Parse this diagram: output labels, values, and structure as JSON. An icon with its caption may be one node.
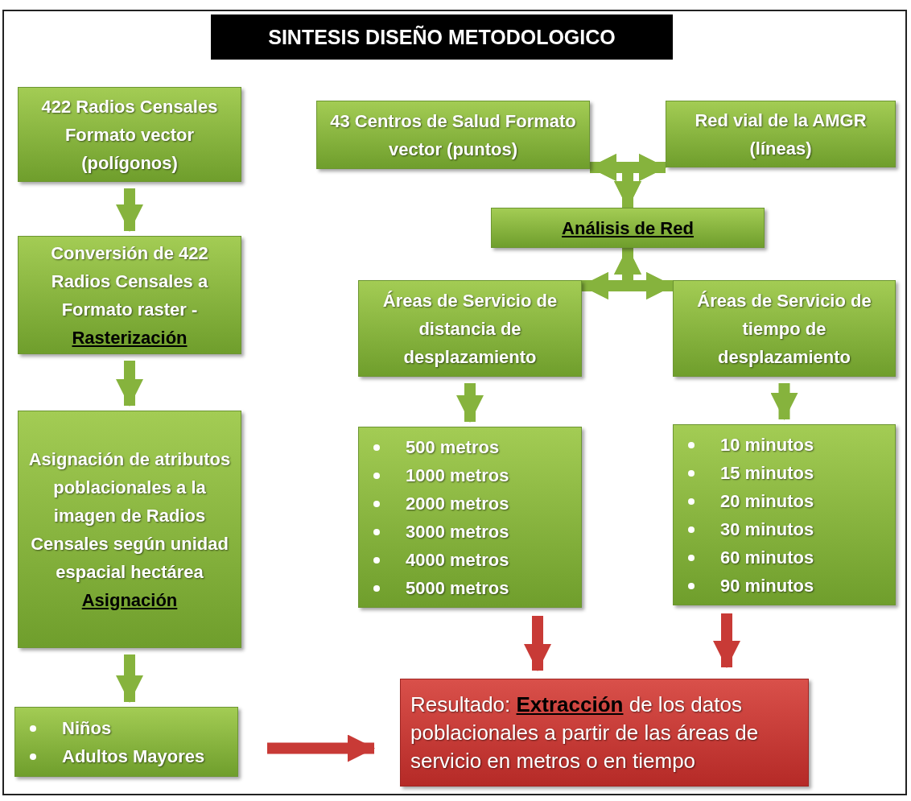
{
  "diagram": {
    "nodes": [
      {
        "text": [
          "SINTESIS DISEÑO METODOLOGICO"
        ]
      },
      {
        "text": [
          "422 Radios Censales Formato vector (polígonos)"
        ]
      },
      {
        "text": [
          "Conversión de 422 Radios Censales a Formato raster -",
          "Rasterización"
        ]
      },
      {
        "text": [
          "Asignación de atributos poblacionales a la imagen de Radios Censales según unidad espacial hectárea",
          "Asignación"
        ]
      },
      {
        "text": [
          "Niños",
          "Adultos Mayores"
        ]
      },
      {
        "text": [
          "43 Centros de Salud Formato vector (puntos)"
        ]
      },
      {
        "text": [
          "Red vial de la AMGR (líneas)"
        ]
      },
      {
        "text": [
          "Análisis de Red"
        ]
      },
      {
        "text": [
          "Áreas de Servicio de distancia de desplazamiento"
        ]
      },
      {
        "text": [
          "Áreas de Servicio de tiempo de desplazamiento"
        ]
      },
      {
        "text": [
          "500 metros",
          "1000 metros",
          "2000 metros",
          "3000 metros",
          "4000 metros",
          "5000 metros"
        ]
      },
      {
        "text": [
          "10 minutos",
          "15 minutos",
          "20 minutos",
          "30 minutos",
          "60 minutos",
          "90 minutos"
        ]
      },
      {
        "text": [
          "Resultado: **Extracción** de los datos poblacionales a partir de las áreas de servicio en metros o en tiempo"
        ]
      }
    ],
    "edges": [
      {
        "from": 1,
        "to": 2,
        "arrow": "to"
      },
      {
        "from": 2,
        "to": 3,
        "arrow": "to"
      },
      {
        "from": 3,
        "to": 4,
        "arrow": "to"
      },
      {
        "from": 4,
        "to": 12,
        "arrow": "to",
        "color": "#c83a36"
      },
      {
        "from": 5,
        "to": 6,
        "arrow": "both"
      },
      {
        "from": 5,
        "to": 7,
        "arrow": "both"
      },
      {
        "from": 6,
        "to": 7,
        "arrow": "both"
      },
      {
        "from": 7,
        "to": 8,
        "arrow": "both"
      },
      {
        "from": 7,
        "to": 9,
        "arrow": "both"
      },
      {
        "from": 8,
        "to": 9,
        "arrow": "both"
      },
      {
        "from": 8,
        "to": 10,
        "arrow": "to"
      },
      {
        "from": 9,
        "to": 11,
        "arrow": "to"
      },
      {
        "from": 10,
        "to": 12,
        "arrow": "to",
        "color": "#c83a36"
      },
      {
        "from": 11,
        "to": 12,
        "arrow": "to",
        "color": "#c83a36"
      }
    ]
  }
}
